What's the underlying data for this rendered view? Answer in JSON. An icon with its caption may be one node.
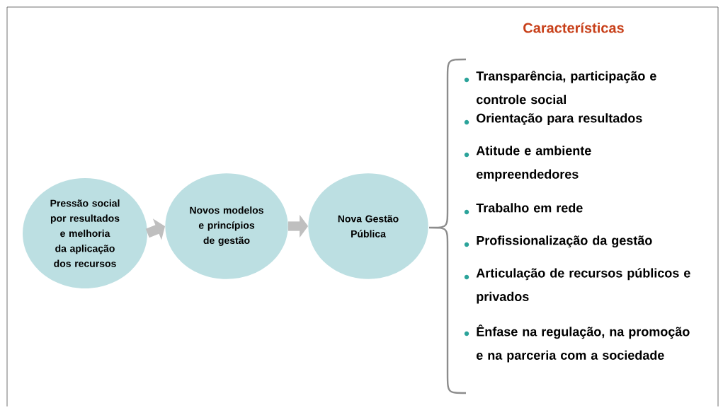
{
  "diagram": {
    "nodes": [
      {
        "text": [
          "Pressão social por resultados e melhoria da aplicação dos recursos"
        ]
      },
      {
        "text": [
          "Novos modelos e princípios de gestão"
        ]
      },
      {
        "text": [
          "Nova Gestão Pública"
        ]
      }
    ],
    "edges": [
      {
        "from": 0,
        "to": 1,
        "arrow": "to"
      },
      {
        "from": 1,
        "to": 2,
        "arrow": "to"
      }
    ],
    "labels": [
      "Características",
      "Transparência, participação e controle social",
      "Orientação para resultados",
      "Atitude e ambiente empreendedores",
      "Trabalho em rede",
      "Profissionalização da gestão",
      "Articulação de recursos públicos e privados",
      "Ênfase na regulação, na promoção e na parceria com a sociedade"
    ]
  }
}
